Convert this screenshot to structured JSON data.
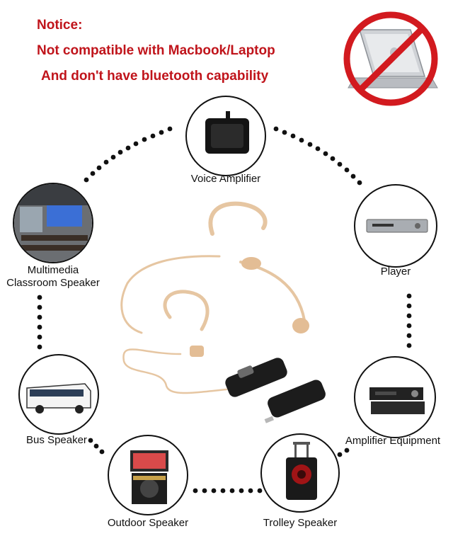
{
  "notice": {
    "title": "Notice:",
    "line1": "Not compatible with Macbook/Laptop",
    "line2": "And don't have bluetooth capability"
  },
  "no_laptop_icon": "laptop-prohibited-icon",
  "devices": [
    {
      "label": "Voice Amplifier",
      "icon": "voice-amplifier-icon"
    },
    {
      "label": "Player",
      "icon": "player-icon"
    },
    {
      "label": "Amplifier Equipment",
      "icon": "amplifier-equipment-icon"
    },
    {
      "label": "Trolley Speaker",
      "icon": "trolley-speaker-icon"
    },
    {
      "label": "Outdoor Speaker",
      "icon": "outdoor-speaker-icon"
    },
    {
      "label": "Bus Speaker",
      "icon": "bus-icon"
    },
    {
      "label": "Multimedia\nClassroom Speaker",
      "label_line1": "Multimedia",
      "label_line2": "Classroom Speaker",
      "icon": "classroom-icon"
    }
  ],
  "product": {
    "icon": "headset-microphone-icon",
    "receiver_icon": "wireless-receiver-icon"
  },
  "colors": {
    "notice": "#c0141b",
    "prohibit": "#d21a1f",
    "headset": "#e8c9a6",
    "dots": "#111111"
  }
}
